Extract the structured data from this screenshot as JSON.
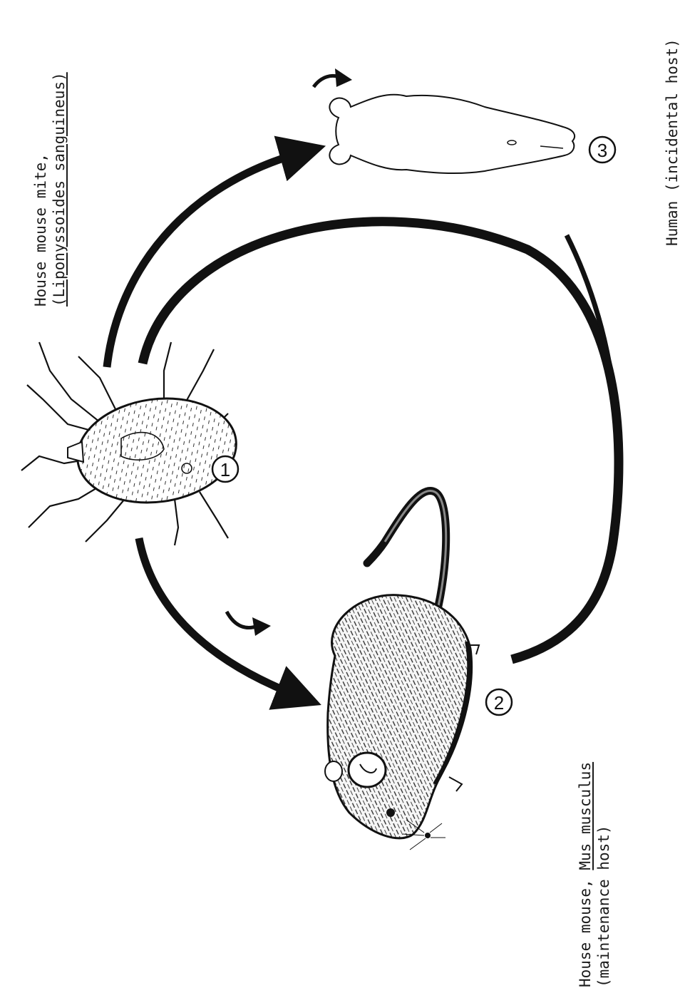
{
  "labels": {
    "mite": {
      "line1": "House mouse mite,",
      "line2": "(Liponyssoides sanguineus)"
    },
    "mouse": {
      "line1_prefix": "House mouse, ",
      "line1_species": "Mus musculus",
      "line2": "(maintenance host)"
    },
    "human": {
      "line1": "Human (incidental host)"
    }
  },
  "stages": [
    "1",
    "2",
    "3"
  ],
  "icons": [
    "mite-illustration",
    "mouse-illustration",
    "human-silhouette",
    "cycle-arrows"
  ]
}
